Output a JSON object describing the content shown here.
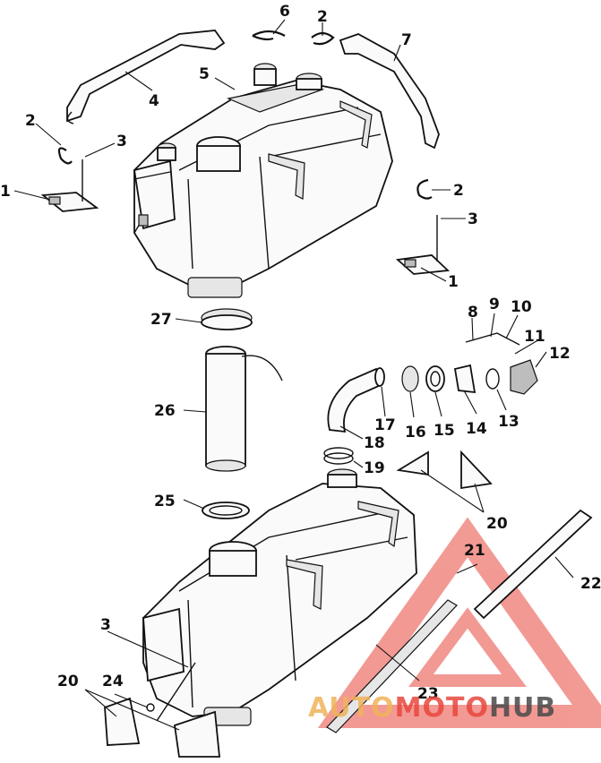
{
  "callouts": [
    {
      "id": "c1a",
      "text": "1"
    },
    {
      "id": "c1b",
      "text": "1"
    },
    {
      "id": "c2a",
      "text": "2"
    },
    {
      "id": "c2b",
      "text": "2"
    },
    {
      "id": "c2c",
      "text": "2"
    },
    {
      "id": "c3a",
      "text": "3"
    },
    {
      "id": "c3b",
      "text": "3"
    },
    {
      "id": "c3c",
      "text": "3"
    },
    {
      "id": "c4",
      "text": "4"
    },
    {
      "id": "c5",
      "text": "5"
    },
    {
      "id": "c6",
      "text": "6"
    },
    {
      "id": "c7",
      "text": "7"
    },
    {
      "id": "c8",
      "text": "8"
    },
    {
      "id": "c9",
      "text": "9"
    },
    {
      "id": "c10",
      "text": "10"
    },
    {
      "id": "c11",
      "text": "11"
    },
    {
      "id": "c12",
      "text": "12"
    },
    {
      "id": "c13",
      "text": "13"
    },
    {
      "id": "c14",
      "text": "14"
    },
    {
      "id": "c15",
      "text": "15"
    },
    {
      "id": "c16",
      "text": "16"
    },
    {
      "id": "c17",
      "text": "17"
    },
    {
      "id": "c18",
      "text": "18"
    },
    {
      "id": "c19",
      "text": "19"
    },
    {
      "id": "c20a",
      "text": "20"
    },
    {
      "id": "c20b",
      "text": "20"
    },
    {
      "id": "c21",
      "text": "21"
    },
    {
      "id": "c22",
      "text": "22"
    },
    {
      "id": "c23",
      "text": "23"
    },
    {
      "id": "c24",
      "text": "24"
    },
    {
      "id": "c25",
      "text": "25"
    },
    {
      "id": "c26",
      "text": "26"
    },
    {
      "id": "c27",
      "text": "27"
    }
  ],
  "watermark": {
    "part1": "AUTO",
    "part2": "MOTO",
    "part3": "HUB",
    "color1": "#f0b35a",
    "color2": "#e8473d",
    "color3": "#4a4a4a"
  }
}
